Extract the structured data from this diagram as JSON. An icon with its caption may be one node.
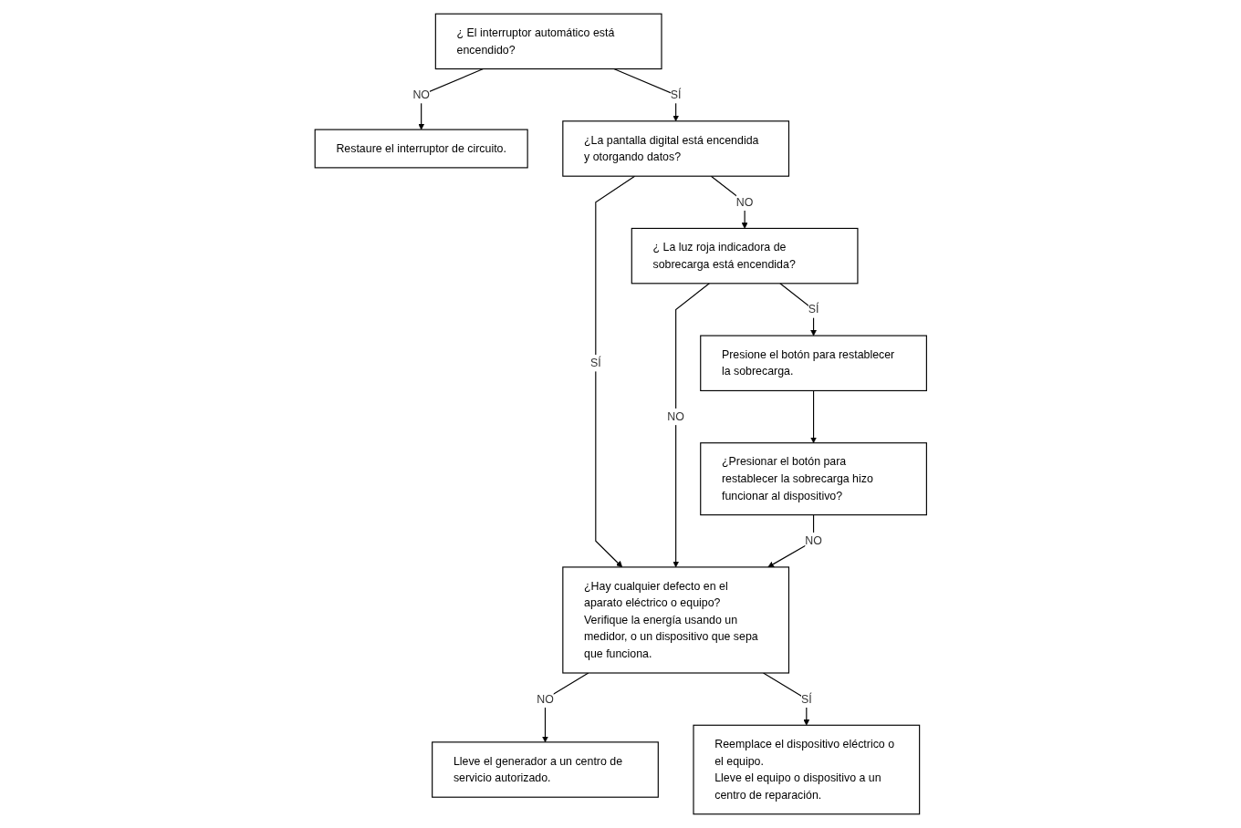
{
  "diagram": {
    "nodes": [
      {
        "text": [
          "¿ El interruptor automático está encendido?"
        ]
      },
      {
        "text": [
          "Restaure el interruptor de circuito."
        ]
      },
      {
        "text": [
          "¿La pantalla digital está encendida y otorgando datos?"
        ]
      },
      {
        "text": [
          "¿ La luz roja indicadora de sobrecarga está encendida?"
        ]
      },
      {
        "text": [
          "Presione el botón para restablecer la sobrecarga."
        ]
      },
      {
        "text": [
          "¿Presionar el botón para restablecer la sobrecarga hizo funcionar al dispositivo?"
        ]
      },
      {
        "text": [
          "¿Hay cualquier defecto en el aparato eléctrico o equipo? Verifique la energía usando un medidor, o un dispositivo que sepa que funciona."
        ]
      },
      {
        "text": [
          "Lleve el generador a un centro de servicio autorizado."
        ]
      },
      {
        "text": [
          "Reemplace el dispositivo eléctrico o el equipo.",
          "Lleve el equipo o dispositivo a un centro de reparación."
        ]
      }
    ],
    "edges": [
      {
        "from": 0,
        "to": 1,
        "arrow": "to",
        "label": "NO"
      },
      {
        "from": 0,
        "to": 2,
        "arrow": "to",
        "label": "SÍ"
      },
      {
        "from": 2,
        "to": 3,
        "arrow": "to",
        "label": "NO"
      },
      {
        "from": 3,
        "to": 4,
        "arrow": "to",
        "label": "SÍ"
      },
      {
        "from": 4,
        "to": 5,
        "arrow": "to"
      },
      {
        "from": 2,
        "to": 6,
        "arrow": "to",
        "label": "SÍ"
      },
      {
        "from": 3,
        "to": 6,
        "arrow": "to",
        "label": "NO"
      },
      {
        "from": 5,
        "to": 6,
        "arrow": "to",
        "label": "NO"
      },
      {
        "from": 6,
        "to": 7,
        "arrow": "to",
        "label": "NO"
      },
      {
        "from": 6,
        "to": 8,
        "arrow": "to",
        "label": "SÍ"
      }
    ]
  }
}
